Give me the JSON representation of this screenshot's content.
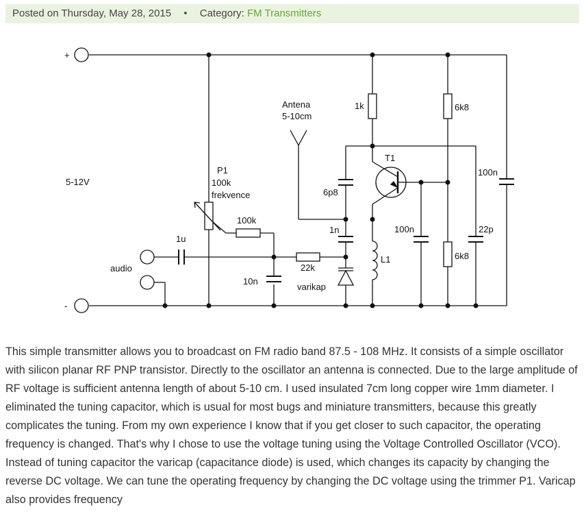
{
  "post_meta": {
    "posted_prefix": "Posted on",
    "date": "Thursday, May 28, 2015",
    "separator": "•",
    "category_label": "Category:",
    "category_link": "FM Transmitters"
  },
  "schematic": {
    "labels": {
      "plus": "+",
      "minus": "-",
      "supply": "5-12V",
      "antenna_name": "Antena",
      "antenna_len": "5-10cm",
      "r_1k": "1k",
      "r_6k8_top": "6k8",
      "r_6k8_bottom": "6k8",
      "transistor": "T1",
      "c_6p8": "6p8",
      "c_100n_right": "100n",
      "c_100n_mid": "100n",
      "c_22p": "22p",
      "c_1n": "1n",
      "inductor": "L1",
      "p1": "P1",
      "p1_value": "100k",
      "p1_name": "frekvence",
      "r_100k": "100k",
      "c_1u": "1u",
      "audio": "audio",
      "r_22k": "22k",
      "c_10n": "10n",
      "varicap": "varikap"
    }
  },
  "article": {
    "text": "This simple transmitter allows you to broadcast on FM radio band 87.5 - 108 MHz. It consists of a simple oscillator with silicon planar RF PNP transistor. Directly to the oscillator an antenna is connected. Due to the large amplitude of RF voltage is sufficient antenna length of about 5-10 cm. I used insulated 7cm long copper wire 1mm diameter. I eliminated the tuning capacitor, which is usual for most bugs and miniature transmitters, because this greatly complicates the tuning. From my own experience I know that if you get closer to such capacitor, the operating frequency is changed. That's why I chose to use the voltage tuning using the Voltage Controlled Oscillator (VCO). Instead of tuning capacitor the varicap (capacitance diode) is used, which changes its capacity by changing the reverse DC voltage. We can tune the operating frequency by changing the DC voltage using the trimmer P1. Varicap also provides frequency"
  }
}
